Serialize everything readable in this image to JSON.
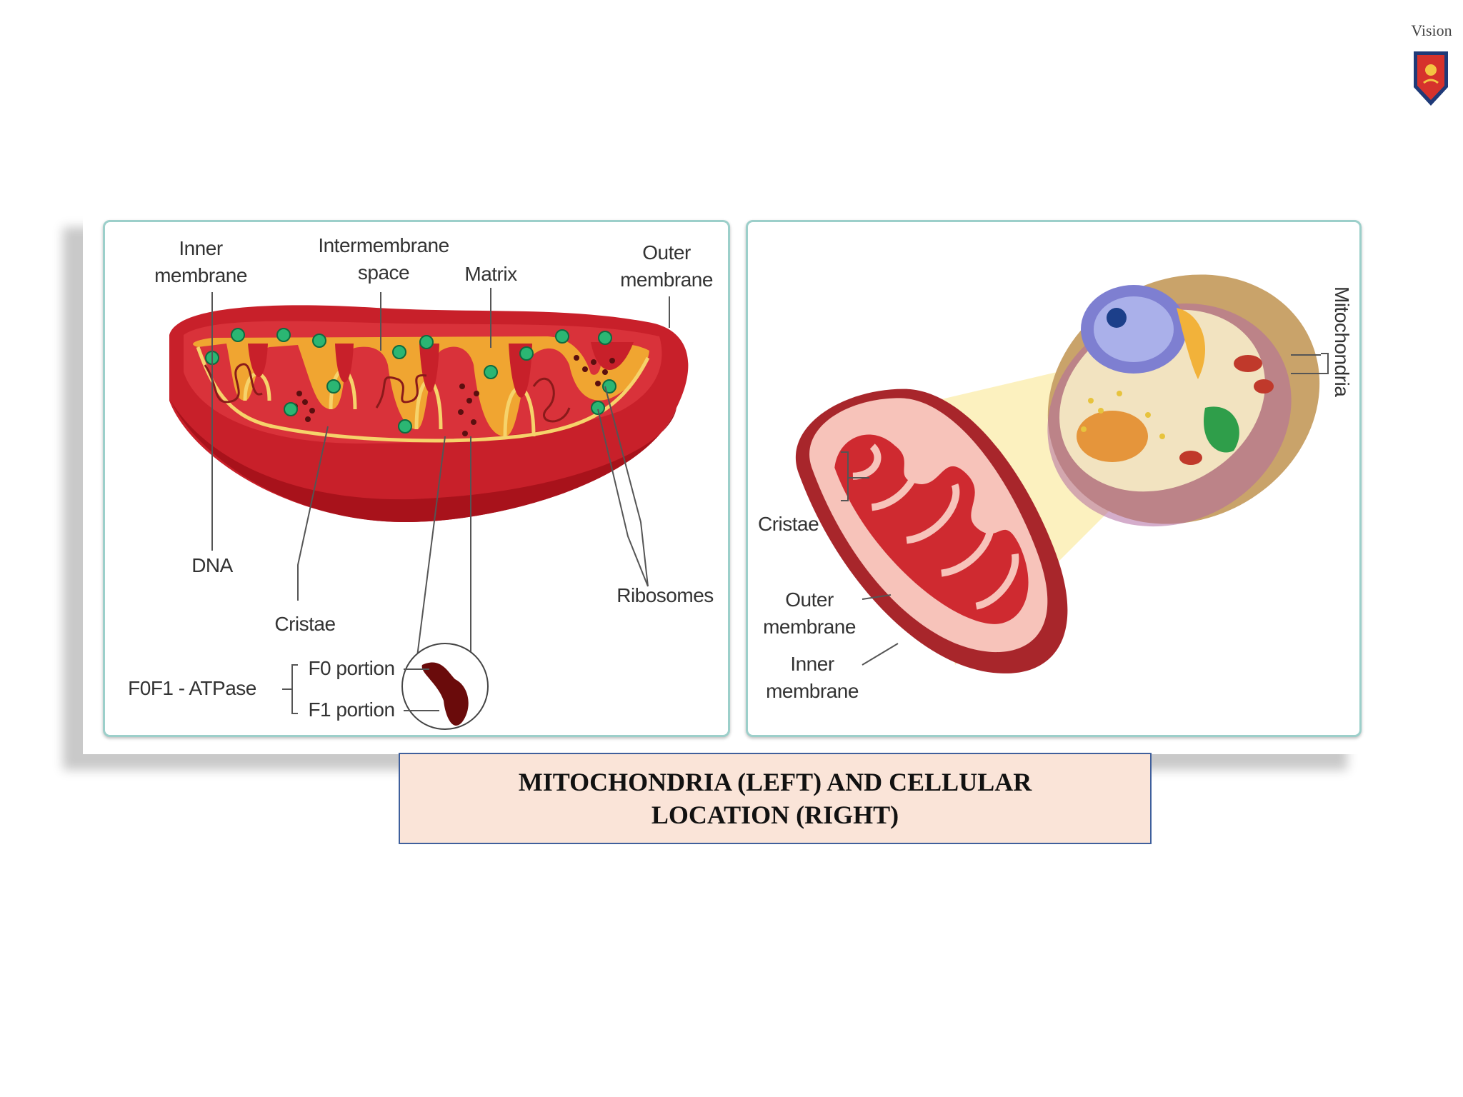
{
  "logo": {
    "text": "Vision"
  },
  "left_diagram": {
    "labels": {
      "inner_membrane": [
        "Inner",
        "membrane"
      ],
      "intermembrane_space": [
        "Intermembrane",
        "space"
      ],
      "matrix": "Matrix",
      "outer_membrane": [
        "Outer",
        "membrane"
      ],
      "dna": "DNA",
      "ribosomes": "Ribosomes",
      "cristae": "Cristae",
      "atpase": "F0F1 - ATPase",
      "f0_portion": "F0 portion",
      "f1_portion": "F1 portion"
    }
  },
  "right_diagram": {
    "labels": {
      "cristae": "Cristae",
      "outer_membrane": [
        "Outer",
        "membrane"
      ],
      "inner_membrane": [
        "Inner",
        "membrane"
      ],
      "mitochondria": "Mitochondria"
    }
  },
  "caption": {
    "line1": "MITOCHONDRIA (LEFT) AND CELLULAR",
    "line2": "LOCATION (RIGHT)"
  },
  "colors": {
    "outer_red": "#c8202a",
    "matrix_orange": "#f0a531",
    "ribosome_green": "#2bb673",
    "panel_border": "#9ccfca",
    "caption_bg": "#fae4d8",
    "caption_border": "#3f5f9c"
  }
}
